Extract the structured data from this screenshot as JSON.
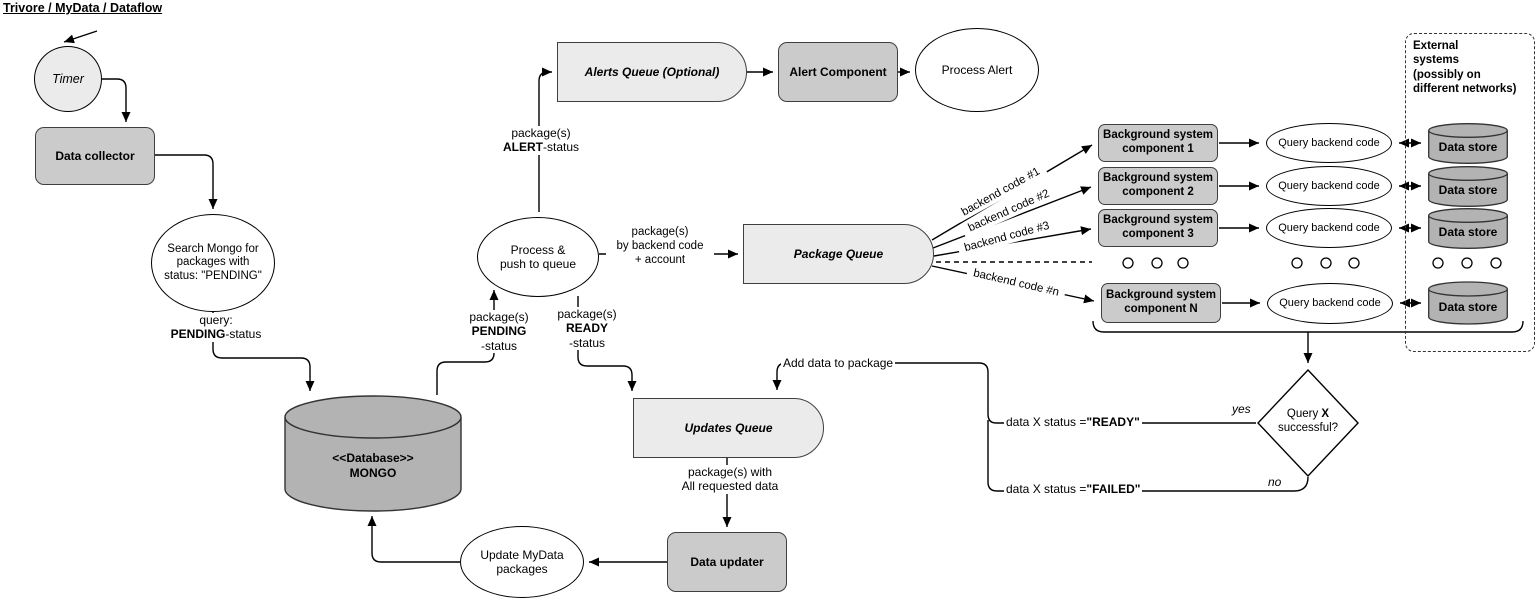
{
  "title": "Trivore / MyData / Dataflow",
  "colors": {
    "node_gray": "#cbcbcb",
    "queue_gray": "#ebebeb",
    "cylinder_gray": "#b3b3b3",
    "stroke": "#000000"
  },
  "nodes": {
    "timer": {
      "label": "Timer"
    },
    "data_collector": {
      "label": "Data collector"
    },
    "search_mongo": {
      "l1": "Search Mongo for",
      "l2": "packages with",
      "l3": "status: \"PENDING\""
    },
    "process_push": {
      "l1": "Process &",
      "l2": "push to queue"
    },
    "alerts_queue": {
      "label": "Alerts Queue (Optional)"
    },
    "alert_component": {
      "label": "Alert Component"
    },
    "process_alert": {
      "label": "Process Alert"
    },
    "package_queue": {
      "label": "Package Queue"
    },
    "updates_queue": {
      "label": "Updates Queue"
    },
    "mongo": {
      "l1": "<<Database>>",
      "l2": "MONGO"
    },
    "data_updater": {
      "label": "Data updater"
    },
    "update_mydata": {
      "l1": "Update MyData",
      "l2": "packages"
    },
    "bg_component_1": {
      "l1": "Background system",
      "l2": "component 1"
    },
    "bg_component_2": {
      "l1": "Background system",
      "l2": "component 2"
    },
    "bg_component_3": {
      "l1": "Background system",
      "l2": "component 3"
    },
    "bg_component_n": {
      "l1": "Background system",
      "l2": "component N"
    },
    "query_backend": {
      "label": "Query backend code"
    },
    "data_store": {
      "label": "Data store"
    },
    "decision": {
      "pre": "Query ",
      "bold": "X",
      "l2": "successful?"
    },
    "external": {
      "l1": "External",
      "l2": "systems",
      "l3": "(possibly on",
      "l4": "different networks)"
    }
  },
  "edge_labels": {
    "query": {
      "l1": "query:",
      "bold": "PENDING",
      "rest": "-status"
    },
    "alert": {
      "l1": "package(s)",
      "bold": "ALERT",
      "rest": "-status"
    },
    "pending": {
      "l1": "package(s)",
      "bold": "PENDING",
      "rest": "-status"
    },
    "ready": {
      "l1": "package(s)",
      "bold": "READY",
      "rest": "-status"
    },
    "by_backend": {
      "l1": "package(s)",
      "l2": "by backend code",
      "l3": "+ account"
    },
    "add_data": "Add data to package",
    "with_data": {
      "l1": "package(s) with",
      "l2": "All requested data"
    },
    "ready_status": {
      "pre": "data X status =",
      "bold": "\"READY\""
    },
    "failed_status": {
      "pre": "data X status =",
      "bold": "\"FAILED\""
    },
    "yes": "yes",
    "no": "no",
    "backend_1": "backend code #1",
    "backend_2": "backend code #2",
    "backend_3": "backend code #3",
    "backend_n": "backend code #n"
  }
}
